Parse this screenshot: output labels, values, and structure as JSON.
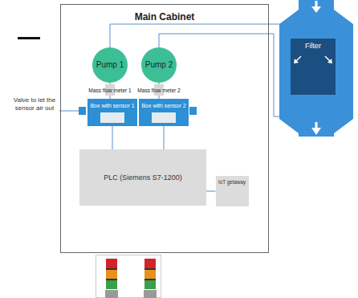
{
  "diagram": {
    "nodes": [
      {
        "text": [
          "Main Cabinet"
        ]
      },
      {
        "text": [
          "Pump 1"
        ],
        "in": 0
      },
      {
        "text": [
          "Pump 2"
        ],
        "in": 0
      },
      {
        "text": [
          "Mass flow meter 1"
        ],
        "in": 0
      },
      {
        "text": [
          "Mass flow meter 2"
        ],
        "in": 0
      },
      {
        "text": [
          "Box with sensor 1"
        ],
        "in": 0
      },
      {
        "text": [
          "Box with sensor 2"
        ],
        "in": 0
      },
      {
        "text": [
          "PLC (Siemens S7-1200)"
        ],
        "in": 0
      },
      {
        "text": [
          "IoT getaway"
        ],
        "in": 0
      },
      {
        "text": [
          "Filter"
        ]
      }
    ],
    "edges": [
      {
        "from": 1,
        "to": 3,
        "arrow": "none"
      },
      {
        "from": 3,
        "to": 5,
        "arrow": "none"
      },
      {
        "from": 2,
        "to": 4,
        "arrow": "none"
      },
      {
        "from": 4,
        "to": 6,
        "arrow": "none"
      },
      {
        "from": 5,
        "to": 7,
        "arrow": "none"
      },
      {
        "from": 6,
        "to": 7,
        "arrow": "none"
      },
      {
        "from": 7,
        "to": 8,
        "arrow": "none"
      },
      {
        "from": 1,
        "to": 9,
        "arrow": "none"
      },
      {
        "from": 2,
        "to": 9,
        "arrow": "none"
      }
    ],
    "labels": [
      "Valve to let the sensor air out"
    ]
  }
}
